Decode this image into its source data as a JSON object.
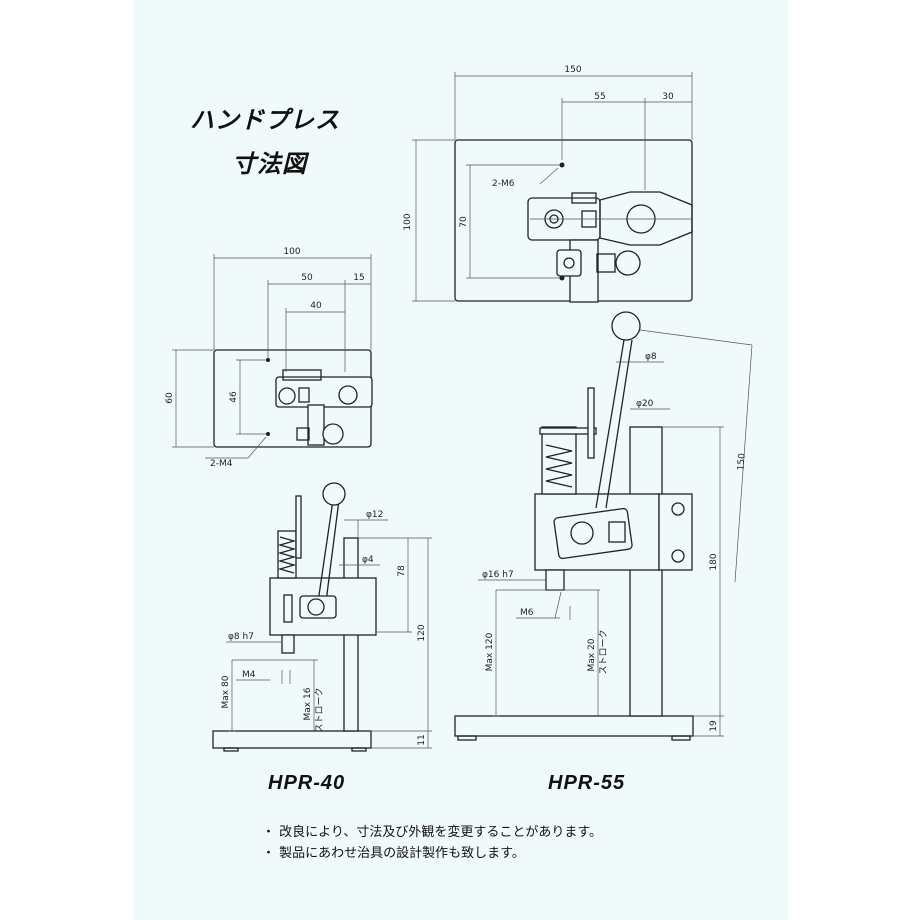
{
  "title_line1": "ハンドプレス",
  "title_line2": "寸法図",
  "models": {
    "hpr40": "HPR-40",
    "hpr55": "HPR-55"
  },
  "notes": [
    "・ 改良により、寸法及び外観を変更することがあります。",
    "・ 製品にあわせ治具の設計製作も致します。"
  ],
  "hpr55_top": {
    "width": "150",
    "hole_offset": "55",
    "right_offset": "30",
    "height": "100",
    "hole_pitch": "70",
    "holes": "2-M6"
  },
  "hpr40_top": {
    "width": "100",
    "hole_offset": "50",
    "right_offset": "15",
    "inner": "40",
    "height": "60",
    "hole_pitch": "46",
    "holes": "2-M4"
  },
  "hpr40_side": {
    "lever": "φ12",
    "pin": "φ4",
    "lever_h": "78",
    "total_h": "120",
    "ram": "φ8 h7",
    "thread": "M4",
    "max_h": "Max 80",
    "stroke": "Max 16",
    "stroke_jp": "ストローク",
    "base": "11"
  },
  "hpr55_side": {
    "lever": "φ8",
    "column": "φ20",
    "lever_len": "150",
    "total_h": "180",
    "ram": "φ16 h7",
    "thread": "M6",
    "max_h": "Max 120",
    "stroke": "Max 20",
    "stroke_jp": "ストローク",
    "base": "19"
  }
}
